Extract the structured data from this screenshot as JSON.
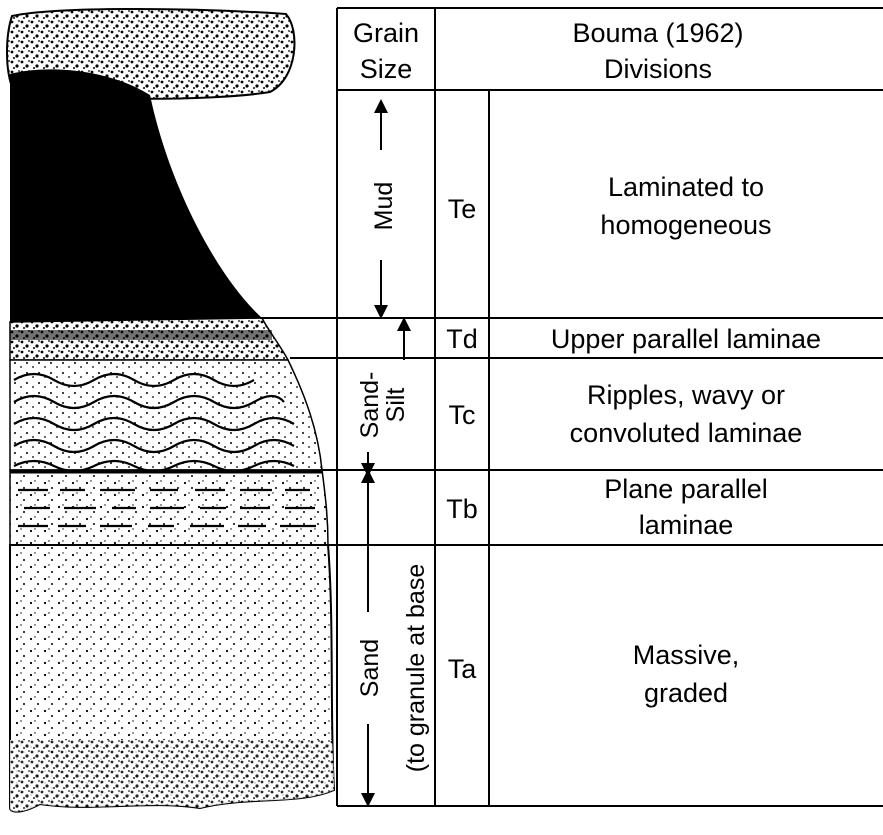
{
  "header": {
    "grain_size_line1": "Grain",
    "grain_size_line2": "Size",
    "bouma_line1": "Bouma (1962)",
    "bouma_line2": "Divisions"
  },
  "grain_labels": {
    "mud": "Mud",
    "sand_silt_line1": "Sand-",
    "sand_silt_line2": "Silt",
    "sand_line1": "Sand",
    "sand_line2": "(to granule at base"
  },
  "divisions": [
    {
      "code": "Te",
      "line1": "Laminated to",
      "line2": "homogeneous"
    },
    {
      "code": "Td",
      "line1": "Upper parallel laminae",
      "line2": ""
    },
    {
      "code": "Tc",
      "line1": "Ripples, wavy or",
      "line2": "convoluted laminae"
    },
    {
      "code": "Tb",
      "line1": "Plane parallel",
      "line2": "laminae"
    },
    {
      "code": "Ta",
      "line1": "Massive,",
      "line2": "graded"
    }
  ],
  "colors": {
    "ink": "#000000",
    "paper": "#ffffff"
  }
}
